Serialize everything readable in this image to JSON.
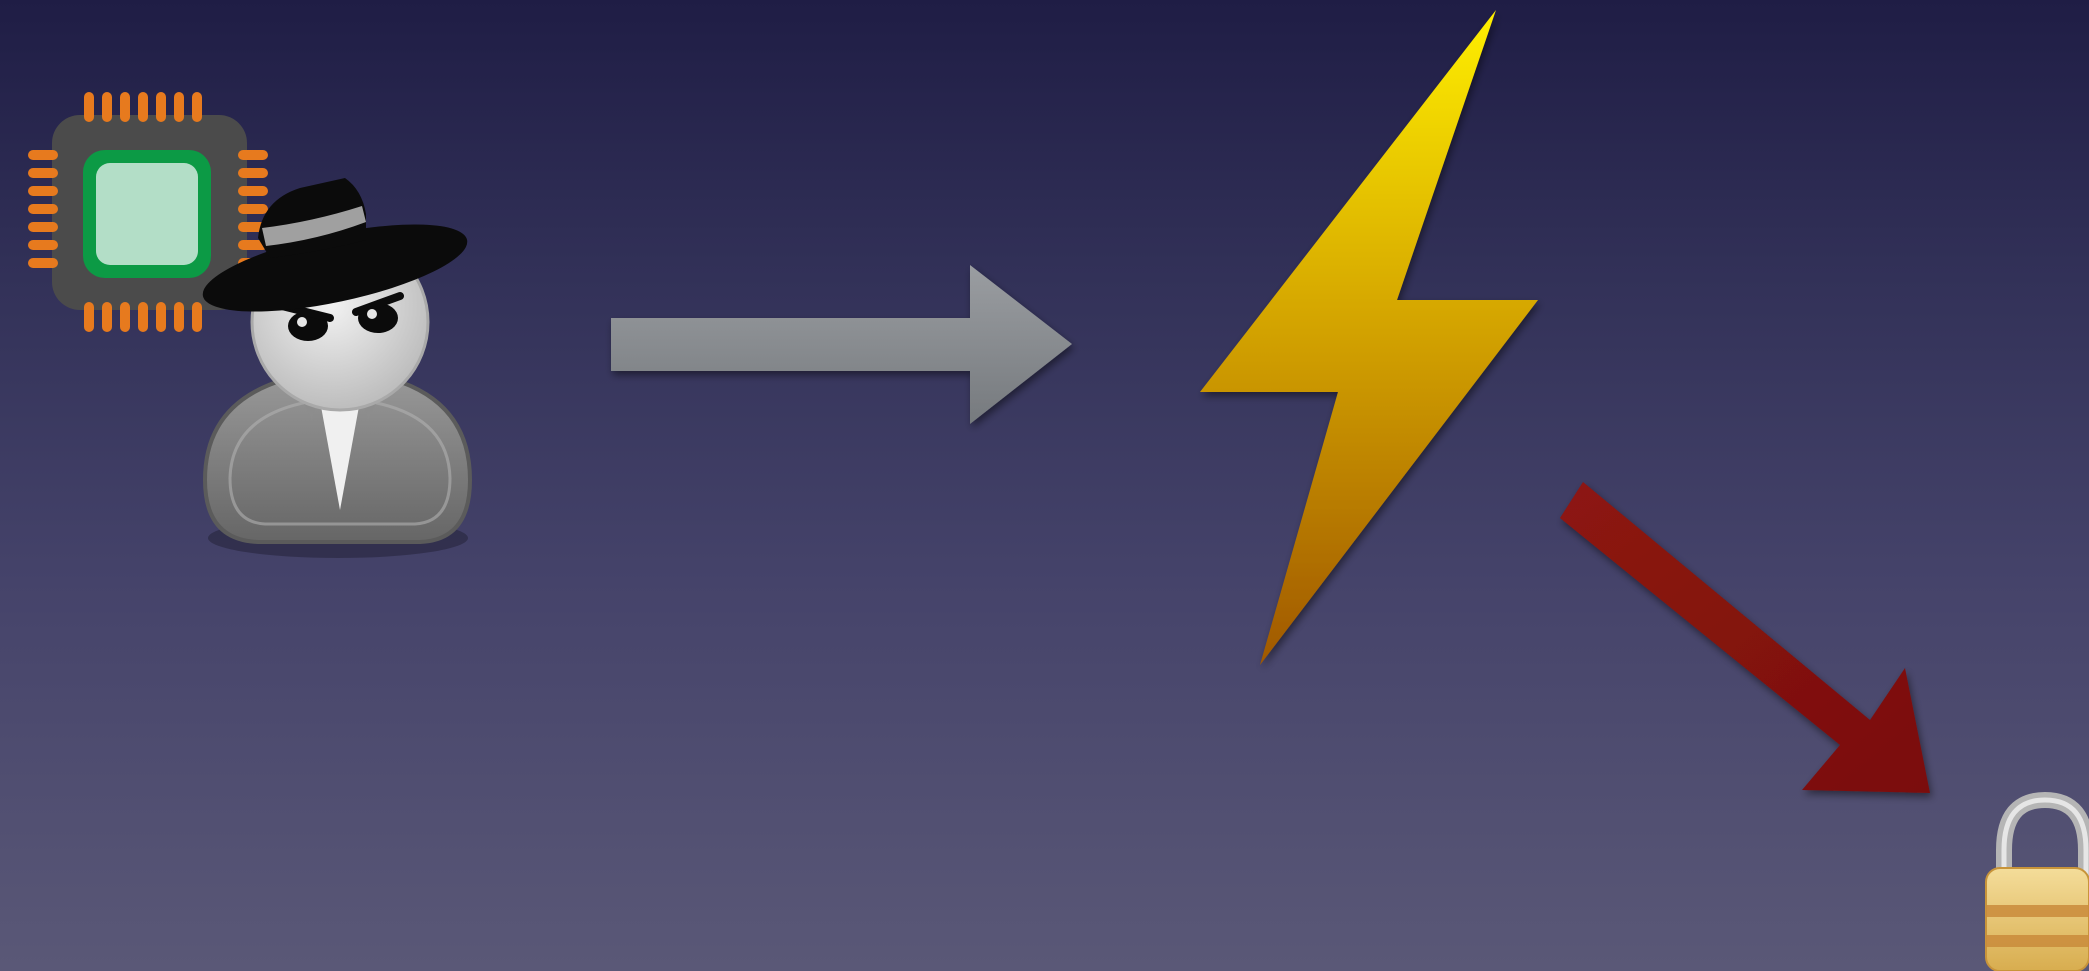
{
  "slide": {
    "background": "#3c3a60",
    "items": [
      {
        "id": "cpu-chip",
        "icon": "cpu-chip-icon",
        "colors": {
          "pins": "#e77a1e",
          "body": "#4b4b4b",
          "die": "#0c9a45",
          "core": "#b3dec7"
        }
      },
      {
        "id": "spy",
        "icon": "spy-agent-icon",
        "colors": {
          "hat": "#0b0b0b",
          "band": "#a0a0a0",
          "face": "#d8d8d8",
          "coat": "#7a7a7a"
        }
      },
      {
        "id": "arrow-right",
        "icon": "arrow-right-icon",
        "colors": {
          "fill": "#8a8d91"
        }
      },
      {
        "id": "lightning",
        "icon": "lightning-bolt-icon",
        "colors": {
          "top": "#ffec00",
          "bottom": "#a35e00"
        }
      },
      {
        "id": "arrow-down-right",
        "icon": "arrow-down-right-icon",
        "colors": {
          "fill": "#8a1512"
        }
      },
      {
        "id": "padlock",
        "icon": "padlock-icon",
        "colors": {
          "shackle": "#b5b5b5",
          "body": "#e8c66d"
        }
      }
    ]
  }
}
